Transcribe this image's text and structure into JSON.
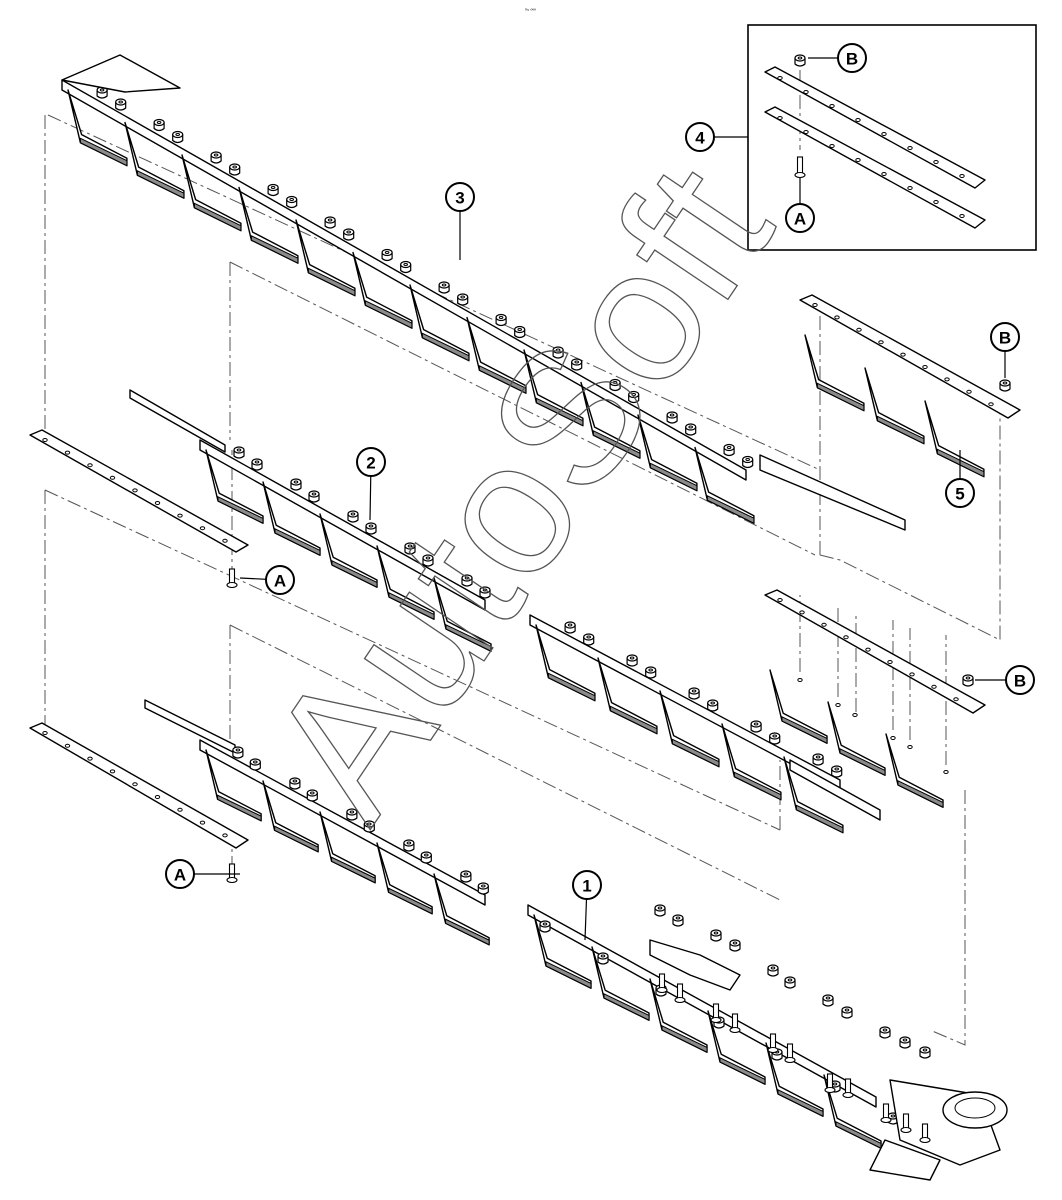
{
  "figure": {
    "ref_code": "⁰⁵ ººº",
    "watermark": "AutoSoft"
  },
  "callouts": [
    {
      "id": "c1",
      "label": "1"
    },
    {
      "id": "c2",
      "label": "2"
    },
    {
      "id": "c3",
      "label": "3"
    },
    {
      "id": "c4",
      "label": "4"
    },
    {
      "id": "c5",
      "label": "5"
    },
    {
      "id": "cA1",
      "label": "A"
    },
    {
      "id": "cA2",
      "label": "A"
    },
    {
      "id": "cA3",
      "label": "A"
    },
    {
      "id": "cB1",
      "label": "B"
    },
    {
      "id": "cB2",
      "label": "B"
    },
    {
      "id": "cB3",
      "label": "B"
    }
  ],
  "parts": {
    "part_1": {
      "sections": 6
    },
    "part_2": {
      "sections": 10
    },
    "part_3": {
      "sections": 12
    },
    "part_5": {
      "sections": 3
    },
    "part_5b": {
      "sections": 3
    },
    "part_4": {
      "bars": 2
    }
  }
}
